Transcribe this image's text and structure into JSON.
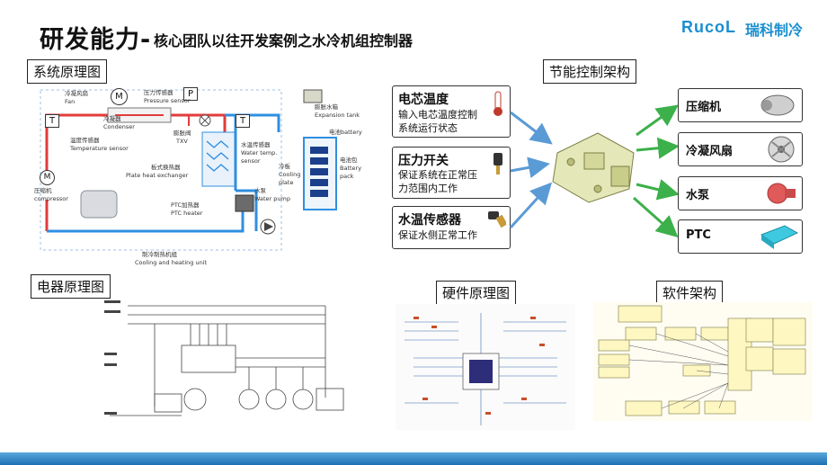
{
  "header": {
    "title": "研发能力-",
    "subtitle": "核心团队以往开发案例之水冷机组控制器",
    "logo_text": "RucoL",
    "logo_cn": "瑞科制冷",
    "brand_color": "#1a8fd0"
  },
  "sections": {
    "system": "系统原理图",
    "energy": "节能控制架构",
    "electrical": "电器原理图",
    "hardware": "硬件原理图",
    "software": "软件架构"
  },
  "diagram": {
    "fan_cn": "冷凝风扇",
    "fan_en": "Fan",
    "pressure_cn": "压力传感器",
    "pressure_en": "Pressure sensor",
    "condenser_cn": "冷凝器",
    "condenser_en": "Condenser",
    "temp_cn": "温度传感器",
    "temp_en": "Temperature sensor",
    "compressor_cn": "压缩机",
    "compressor_en": "compressor",
    "txv_cn": "膨胀阀",
    "txv_en": "TXV",
    "phe_cn": "板式换热器",
    "phe_en": "Plate heat exchanger",
    "ptc_cn": "PTC加热器",
    "ptc_en": "PTC heater",
    "wts_cn": "水温传感器",
    "wts_en1": "Water temp.",
    "wts_en2": "sensor",
    "pump_cn": "水泵",
    "pump_en": "Water pump",
    "tank_cn": "膨胀水箱",
    "tank_en": "Expansion tank",
    "battery_cn": "电池包",
    "battery_en1": "Battery",
    "battery_en2": "pack",
    "battery_en3": "电池battery",
    "plate_cn": "冷板",
    "plate_en1": "Cooling",
    "plate_en2": "plate",
    "unit_cn": "制冷制热机组",
    "unit_en": "Cooling and heating unit",
    "sym_m": "M",
    "sym_p": "P",
    "sym_t": "T"
  },
  "controls": [
    {
      "title": "电芯温度",
      "desc1": "输入电芯温度控制",
      "desc2": "系统运行状态"
    },
    {
      "title": "压力开关",
      "desc1": "保证系统在正常压",
      "desc2": "力范围内工作"
    },
    {
      "title": "水温传感器",
      "desc1": "保证水侧正常工作",
      "desc2": ""
    }
  ],
  "outputs": [
    {
      "label": "压缩机"
    },
    {
      "label": "冷凝风扇"
    },
    {
      "label": "水泵"
    },
    {
      "label": "PTC"
    }
  ],
  "colors": {
    "arrow_in": "#5b9bd5",
    "arrow_out": "#3cb04a",
    "refrigerant": "#e23b3b",
    "water": "#2f8fe0"
  }
}
